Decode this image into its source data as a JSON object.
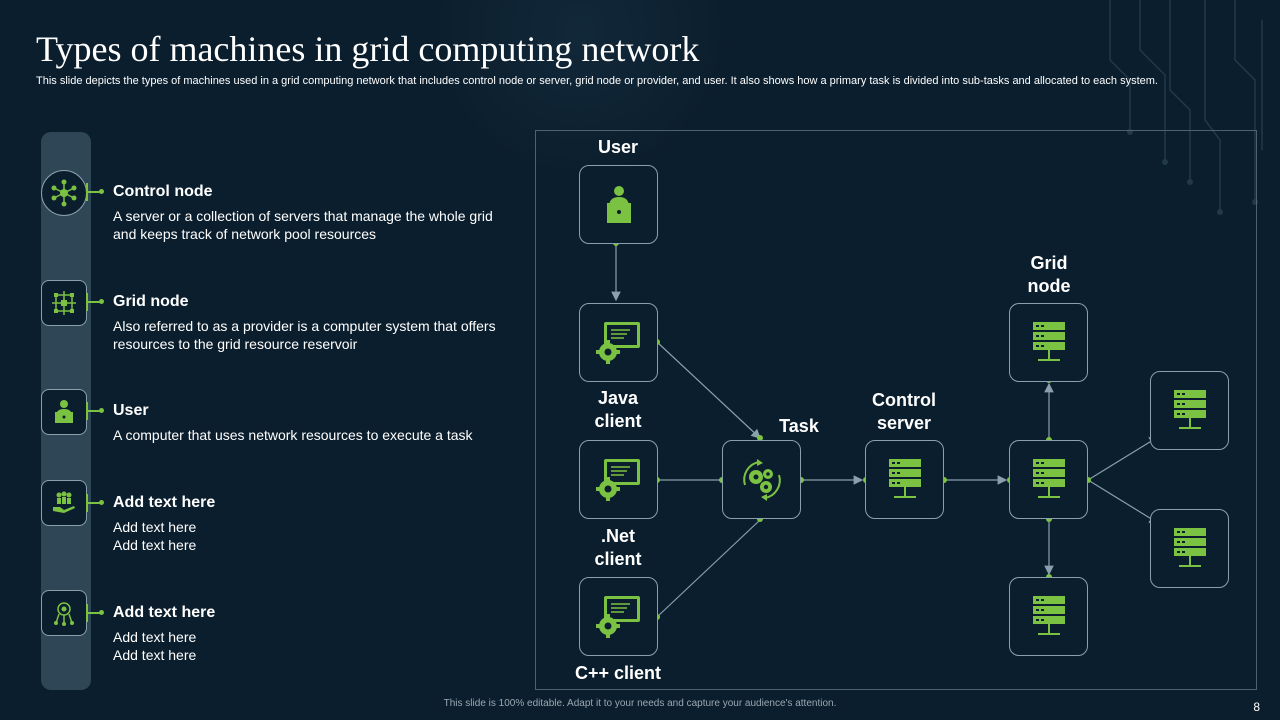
{
  "title": "Types of machines in grid computing network",
  "subtitle": "This slide depicts the types of machines used in a grid computing network that includes control node or server, grid node or provider, and user. It also shows how a primary task is divided into sub-tasks and allocated to each system.",
  "items": [
    {
      "icon": "hub-icon",
      "heading": "Control node",
      "desc": "A server or a collection of servers that manage the whole grid and keeps track of network pool resources"
    },
    {
      "icon": "grid-network-icon",
      "heading": "Grid node",
      "desc": "Also referred to as a provider is a computer system that offers resources to the grid resource reservoir"
    },
    {
      "icon": "user-laptop-icon",
      "heading": "User",
      "desc": "A computer that uses network resources to execute a task"
    },
    {
      "icon": "team-hand-icon",
      "heading": "Add text here",
      "desc": "Add text here Add text here"
    },
    {
      "icon": "gear-circuit-icon",
      "heading": "Add text here",
      "desc": "Add text here Add text here"
    }
  ],
  "diagram": {
    "labels": {
      "user": "User",
      "java": "Java client",
      "net": ".Net client",
      "cpp": "C++ client",
      "task": "Task",
      "control": "Control server",
      "grid": "Grid node"
    }
  },
  "colors": {
    "background": "#0b1e2d",
    "accent": "#7cc242",
    "rail": "#2e4655"
  },
  "footer": "This slide is 100% editable. Adapt it to your needs and capture your audience's attention.",
  "page_number": "8"
}
